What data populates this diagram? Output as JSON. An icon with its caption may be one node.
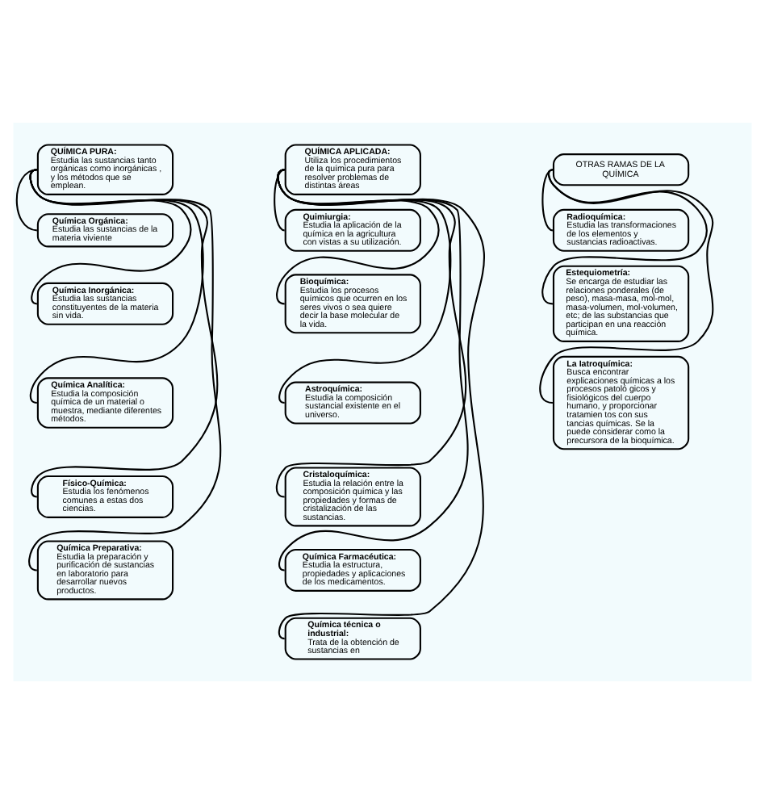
{
  "diagram": {
    "nodes": [
      {
        "text": [
          "QUÍMICA PURA:",
          "Estudia las sustancias tanto orgánicas como inorgánicas , y los métodos que se emplean."
        ]
      },
      {
        "text": [
          "Química Orgánica:",
          "Estudia las sustancias de la materia viviente"
        ]
      },
      {
        "text": [
          "Química Inorgánica:",
          "Estudia las sustancias constituyentes de la materia sin vida."
        ]
      },
      {
        "text": [
          "Química Analítica:",
          "Estudia la composición química de un material o muestra, mediante diferentes métodos."
        ]
      },
      {
        "text": [
          "Físico-Química:",
          "Estudia los fenómenos comunes a estas dos ciencias."
        ]
      },
      {
        "text": [
          "Química Preparativa:",
          "Estudia la preparación y purificación de sustancias en laboratorio para desarrollar nuevos productos."
        ]
      },
      {
        "text": [
          "QUÍMICA APLICADA:",
          "Utiliza los procedimientos de la química pura para resolver problemas de distintas áreas"
        ]
      },
      {
        "text": [
          "Quimiurgia:",
          "Estudia la aplicación de la química en la agricultura con vistas a su utilización."
        ]
      },
      {
        "text": [
          "Bioquímica:",
          "Estudia los procesos químicos que ocurren en los seres vivos o sea quiere decir la base molecular de la vida."
        ]
      },
      {
        "text": [
          "Astroquímica:",
          "Estudia la composición sustancial existente en el universo."
        ]
      },
      {
        "text": [
          "Cristaloquímica:",
          "Estudia la relación entre la composición química y las propiedades y formas de cristalización de las sustancias."
        ]
      },
      {
        "text": [
          "Química Farmacéutica:",
          "Estudia la estructura, propiedades y aplicaciones de los medicamentos."
        ]
      },
      {
        "text": [
          "Química técnica o industrial:",
          "Trata de la obtención de sustancias en"
        ]
      },
      {
        "text": [
          "OTRAS RAMAS DE LA QUÍMICA"
        ]
      },
      {
        "text": [
          "Radioquímica:",
          "Estudia las transformaciones de los elementos y sustancias radioactivas."
        ]
      },
      {
        "text": [
          "Estequiometría:",
          "Se encarga de estudiar las relaciones ponderales (de peso), masa-masa, mol-mol, masa-volumen, mol-volumen, etc; de las substancias que participan en una reacción química."
        ]
      },
      {
        "text": [
          "La Iatroquímica:",
          "Busca encontrar explicaciones químicas a los procesos patoló gicos y fisiológicos del cuerpo humano, y proporcionar tratamien tos con sus tancias químicas. Se la puede considerar como la precursora de la bioquímica."
        ]
      }
    ],
    "edges": [
      {
        "from": 0,
        "to": 1,
        "arrow": "none"
      },
      {
        "from": 0,
        "to": 2,
        "arrow": "none"
      },
      {
        "from": 0,
        "to": 3,
        "arrow": "none"
      },
      {
        "from": 0,
        "to": 4,
        "arrow": "none"
      },
      {
        "from": 0,
        "to": 5,
        "arrow": "none"
      },
      {
        "from": 6,
        "to": 7,
        "arrow": "none"
      },
      {
        "from": 6,
        "to": 8,
        "arrow": "none"
      },
      {
        "from": 6,
        "to": 9,
        "arrow": "none"
      },
      {
        "from": 6,
        "to": 10,
        "arrow": "none"
      },
      {
        "from": 6,
        "to": 11,
        "arrow": "none"
      },
      {
        "from": 6,
        "to": 12,
        "arrow": "none"
      },
      {
        "from": 13,
        "to": 14,
        "arrow": "none"
      },
      {
        "from": 13,
        "to": 15,
        "arrow": "none"
      },
      {
        "from": 13,
        "to": 16,
        "arrow": "none"
      }
    ]
  }
}
